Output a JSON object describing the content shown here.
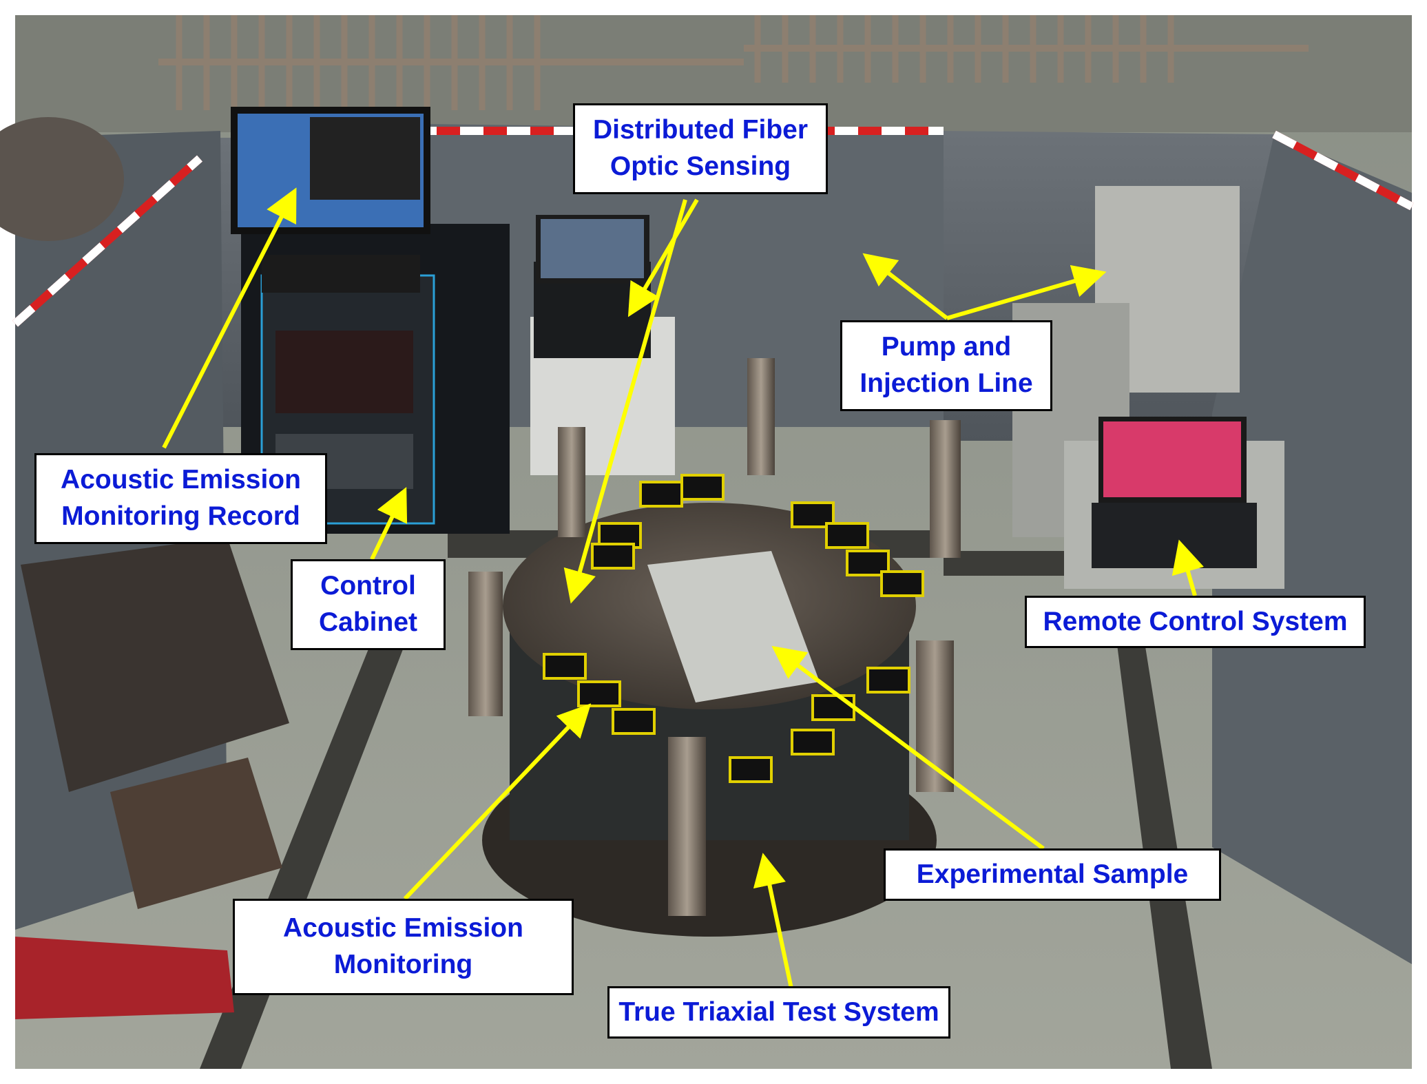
{
  "labels": {
    "fiber": {
      "line1": "Distributed Fiber",
      "line2": "Optic Sensing"
    },
    "pump": {
      "line1": "Pump and",
      "line2": "Injection Line"
    },
    "ae_record": {
      "line1": "Acoustic Emission",
      "line2": "Monitoring Record"
    },
    "control_cabinet": {
      "line1": "Control",
      "line2": "Cabinet"
    },
    "remote": {
      "line1": "Remote Control System"
    },
    "sample": {
      "line1": "Experimental Sample"
    },
    "ae_monitoring": {
      "line1": "Acoustic Emission",
      "line2": "Monitoring"
    },
    "triaxial": {
      "line1": "True Triaxial Test System"
    }
  },
  "colors": {
    "label_text": "#0b1bd6",
    "arrow": "#ffff00",
    "label_border": "#000000"
  }
}
